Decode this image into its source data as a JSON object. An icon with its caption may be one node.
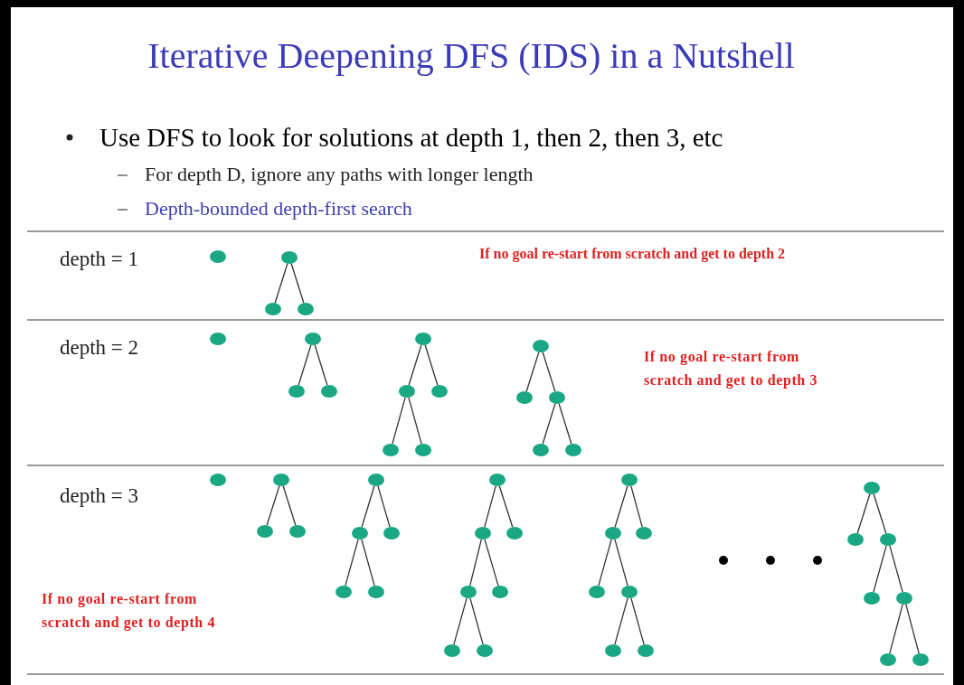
{
  "diagram": {
    "title": "Iterative Deepening DFS (IDS) in a Nutshell",
    "nodes": [
      {
        "text": [],
        "shape": "circle"
      },
      {
        "text": [],
        "shape": "circle"
      },
      {
        "text": [],
        "shape": "circle"
      },
      {
        "text": [],
        "shape": "circle"
      },
      {
        "text": [],
        "shape": "circle"
      },
      {
        "text": [],
        "shape": "circle"
      },
      {
        "text": [],
        "shape": "circle"
      },
      {
        "text": [],
        "shape": "circle"
      },
      {
        "text": [],
        "shape": "circle"
      },
      {
        "text": [],
        "shape": "circle"
      },
      {
        "text": [],
        "shape": "circle"
      },
      {
        "text": [],
        "shape": "circle"
      },
      {
        "text": [],
        "shape": "circle"
      },
      {
        "text": [],
        "shape": "circle"
      },
      {
        "text": [],
        "shape": "circle"
      },
      {
        "text": [],
        "shape": "circle"
      },
      {
        "text": [],
        "shape": "circle"
      },
      {
        "text": [],
        "shape": "circle"
      },
      {
        "text": [],
        "shape": "circle"
      },
      {
        "text": [],
        "shape": "circle"
      },
      {
        "text": [],
        "shape": "circle"
      },
      {
        "text": [],
        "shape": "circle"
      },
      {
        "text": [],
        "shape": "circle"
      },
      {
        "text": [],
        "shape": "circle"
      },
      {
        "text": [],
        "shape": "circle"
      },
      {
        "text": [],
        "shape": "circle"
      },
      {
        "text": [],
        "shape": "circle"
      },
      {
        "text": [],
        "shape": "circle"
      },
      {
        "text": [],
        "shape": "circle"
      },
      {
        "text": [],
        "shape": "circle"
      },
      {
        "text": [],
        "shape": "circle"
      },
      {
        "text": [],
        "shape": "circle"
      },
      {
        "text": [],
        "shape": "circle"
      },
      {
        "text": [],
        "shape": "circle"
      },
      {
        "text": [],
        "shape": "circle"
      },
      {
        "text": [],
        "shape": "circle"
      },
      {
        "text": [],
        "shape": "circle"
      },
      {
        "text": [],
        "shape": "circle"
      },
      {
        "text": [],
        "shape": "circle"
      },
      {
        "text": [],
        "shape": "circle"
      },
      {
        "text": [],
        "shape": "circle"
      },
      {
        "text": [],
        "shape": "circle"
      },
      {
        "text": [],
        "shape": "circle"
      },
      {
        "text": [],
        "shape": "circle"
      },
      {
        "text": [],
        "shape": "circle"
      },
      {
        "text": [],
        "shape": "circle"
      },
      {
        "text": [],
        "shape": "circle"
      },
      {
        "text": [],
        "shape": "circle"
      }
    ],
    "edges": [
      {
        "from": 1,
        "to": 2,
        "arrow": "none"
      },
      {
        "from": 1,
        "to": 3,
        "arrow": "none"
      },
      {
        "from": 5,
        "to": 6,
        "arrow": "none"
      },
      {
        "from": 5,
        "to": 7,
        "arrow": "none"
      },
      {
        "from": 8,
        "to": 9,
        "arrow": "none"
      },
      {
        "from": 8,
        "to": 10,
        "arrow": "none"
      },
      {
        "from": 9,
        "to": 11,
        "arrow": "none"
      },
      {
        "from": 9,
        "to": 12,
        "arrow": "none"
      },
      {
        "from": 13,
        "to": 14,
        "arrow": "none"
      },
      {
        "from": 13,
        "to": 15,
        "arrow": "none"
      },
      {
        "from": 15,
        "to": 16,
        "arrow": "none"
      },
      {
        "from": 15,
        "to": 17,
        "arrow": "none"
      },
      {
        "from": 19,
        "to": 20,
        "arrow": "none"
      },
      {
        "from": 19,
        "to": 21,
        "arrow": "none"
      },
      {
        "from": 22,
        "to": 23,
        "arrow": "none"
      },
      {
        "from": 22,
        "to": 24,
        "arrow": "none"
      },
      {
        "from": 23,
        "to": 25,
        "arrow": "none"
      },
      {
        "from": 23,
        "to": 26,
        "arrow": "none"
      },
      {
        "from": 27,
        "to": 28,
        "arrow": "none"
      },
      {
        "from": 27,
        "to": 29,
        "arrow": "none"
      },
      {
        "from": 28,
        "to": 30,
        "arrow": "none"
      },
      {
        "from": 28,
        "to": 31,
        "arrow": "none"
      },
      {
        "from": 30,
        "to": 32,
        "arrow": "none"
      },
      {
        "from": 30,
        "to": 33,
        "arrow": "none"
      },
      {
        "from": 34,
        "to": 35,
        "arrow": "none"
      },
      {
        "from": 34,
        "to": 36,
        "arrow": "none"
      },
      {
        "from": 35,
        "to": 37,
        "arrow": "none"
      },
      {
        "from": 35,
        "to": 38,
        "arrow": "none"
      },
      {
        "from": 38,
        "to": 39,
        "arrow": "none"
      },
      {
        "from": 38,
        "to": 40,
        "arrow": "none"
      },
      {
        "from": 41,
        "to": 42,
        "arrow": "none"
      },
      {
        "from": 41,
        "to": 43,
        "arrow": "none"
      },
      {
        "from": 43,
        "to": 44,
        "arrow": "none"
      },
      {
        "from": 43,
        "to": 45,
        "arrow": "none"
      },
      {
        "from": 45,
        "to": 46,
        "arrow": "none"
      },
      {
        "from": 45,
        "to": 47,
        "arrow": "none"
      }
    ],
    "labels": [
      "Use DFS to look for solutions at depth 1, then 2, then 3, etc",
      "For depth D, ignore any paths with longer length",
      "Depth-bounded depth-first search",
      "depth = 1",
      "If no goal re-start from scratch and get to depth 2",
      "depth = 2",
      "If no goal re-start from scratch and get to depth 3",
      "depth = 3",
      "If no goal re-start from scratch and get to depth 4"
    ]
  }
}
